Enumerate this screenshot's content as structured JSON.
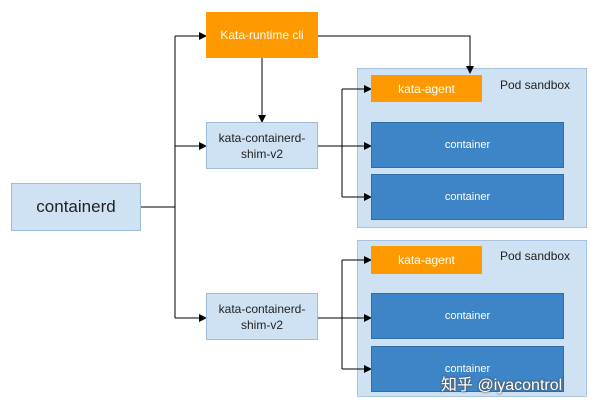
{
  "nodes": {
    "containerd": "containerd",
    "runtime_cli": "Kata-runtime cli",
    "shim_top": "kata-containerd-\nshim-v2",
    "shim_bottom": "kata-containerd-\nshim-v2"
  },
  "sandboxes": [
    {
      "title": "Pod sandbox",
      "agent": "kata-agent",
      "containers": [
        "container",
        "container"
      ]
    },
    {
      "title": "Pod sandbox",
      "agent": "kata-agent",
      "containers": [
        "container",
        "container"
      ]
    }
  ],
  "watermark": "知乎 @iyacontrol",
  "colors": {
    "orange": "#ff9900",
    "light_blue": "#cfe2f3",
    "container_blue": "#3d85c6"
  }
}
